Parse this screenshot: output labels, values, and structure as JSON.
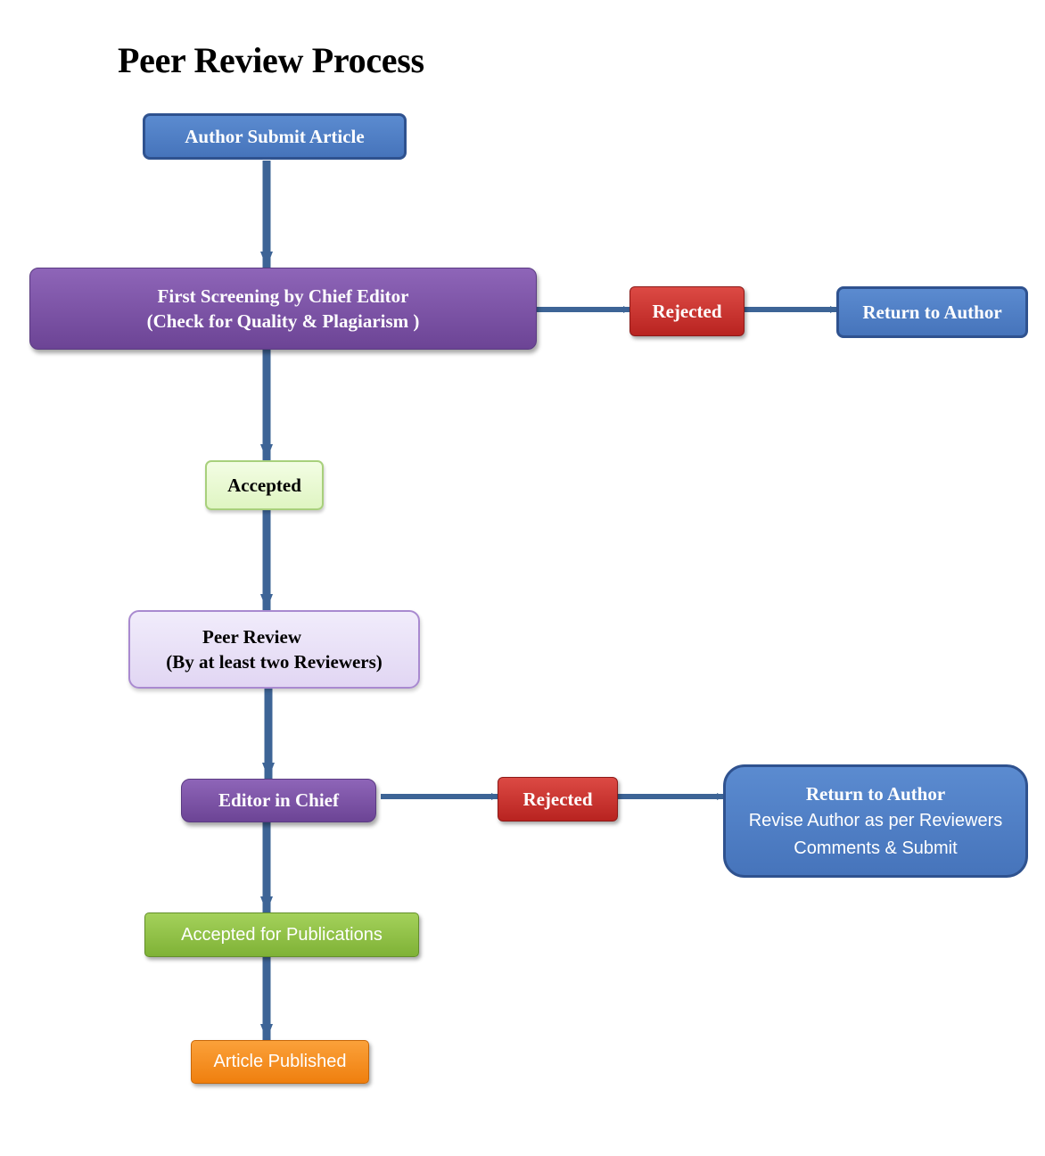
{
  "title": "Peer Review Process",
  "nodes": {
    "author_submit": {
      "lines": [
        "Author Submit Article"
      ]
    },
    "first_screening": {
      "lines": [
        "First Screening by Chief Editor",
        "(Check for Quality & Plagiarism )"
      ]
    },
    "rejected_1": {
      "lines": [
        "Rejected"
      ]
    },
    "return_author_1": {
      "lines": [
        "Return to Author"
      ]
    },
    "accepted": {
      "lines": [
        "Accepted"
      ]
    },
    "peer_review": {
      "lines": [
        "Peer Review",
        "(By at least two Reviewers)"
      ]
    },
    "editor_in_chief": {
      "lines": [
        "Editor in Chief"
      ]
    },
    "rejected_2": {
      "lines": [
        "Rejected"
      ]
    },
    "return_author_2": {
      "title": "Return to Author",
      "lines": [
        "Revise Author as per Reviewers",
        "Comments & Submit"
      ]
    },
    "accepted_publications": {
      "lines": [
        "Accepted for Publications"
      ]
    },
    "article_published": {
      "lines": [
        "Article Published"
      ]
    }
  },
  "colors": {
    "connector": "#3d6496",
    "blue": "#4674bb",
    "purple": "#7a52a6",
    "red": "#c9302c",
    "green": "#8cbf45",
    "orange": "#f58f1f",
    "light_green": "#e6f7cf",
    "lavender": "#e6dcf5"
  },
  "edges": [
    {
      "from": "author_submit",
      "to": "first_screening"
    },
    {
      "from": "first_screening",
      "to": "rejected_1"
    },
    {
      "from": "rejected_1",
      "to": "return_author_1"
    },
    {
      "from": "first_screening",
      "to": "accepted"
    },
    {
      "from": "accepted",
      "to": "peer_review"
    },
    {
      "from": "peer_review",
      "to": "editor_in_chief"
    },
    {
      "from": "editor_in_chief",
      "to": "rejected_2"
    },
    {
      "from": "rejected_2",
      "to": "return_author_2"
    },
    {
      "from": "editor_in_chief",
      "to": "accepted_publications"
    },
    {
      "from": "accepted_publications",
      "to": "article_published"
    }
  ]
}
